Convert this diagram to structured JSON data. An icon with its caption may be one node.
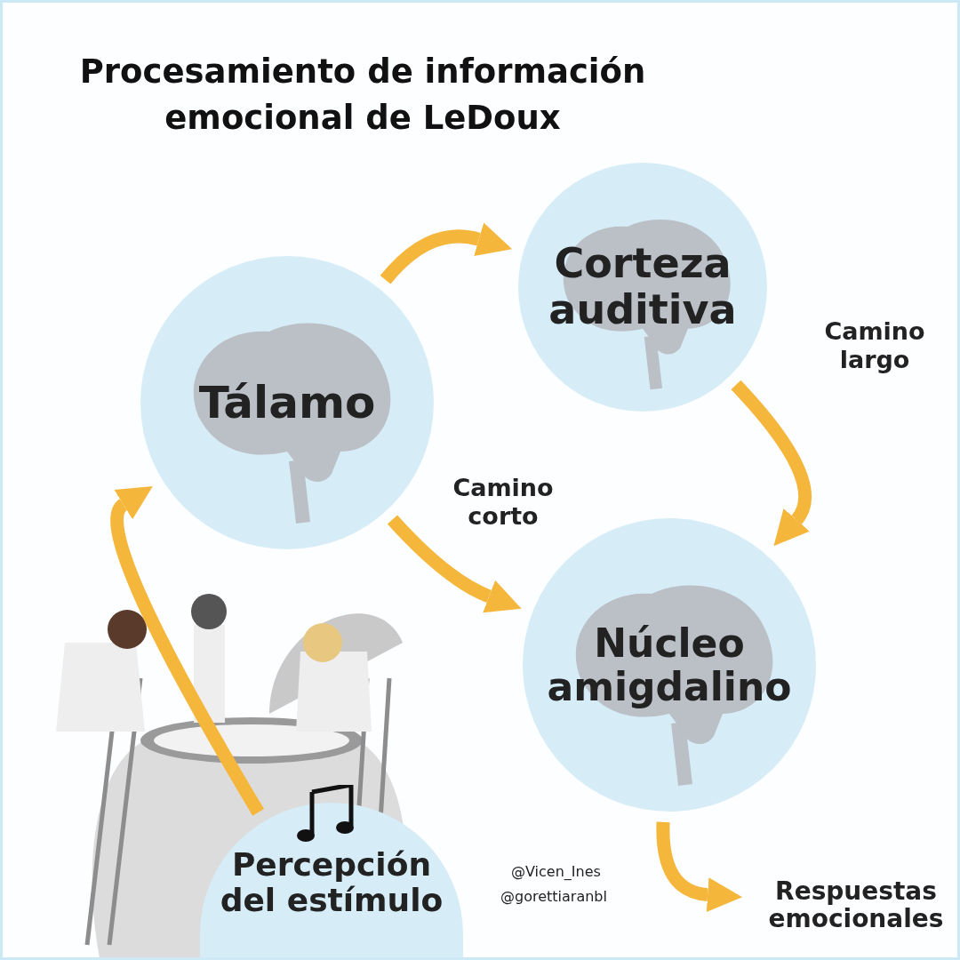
{
  "diagram": {
    "title": "Procesamiento de información emocional de LeDoux",
    "nodes": [
      {
        "text": [
          "Tálamo"
        ]
      },
      {
        "text": [
          "Corteza auditiva"
        ]
      },
      {
        "text": [
          "Núcleo amigdalino"
        ]
      },
      {
        "text": [
          "Percepción del estímulo"
        ]
      },
      {
        "text": [
          "Respuestas emocionales"
        ]
      }
    ],
    "edges": [
      {
        "from": 3,
        "to": 0,
        "arrow": "to"
      },
      {
        "from": 0,
        "to": 1,
        "arrow": "to"
      },
      {
        "from": 1,
        "to": 2,
        "arrow": "to",
        "label": "Camino largo"
      },
      {
        "from": 0,
        "to": 2,
        "arrow": "to",
        "label": "Camino corto"
      },
      {
        "from": 2,
        "to": 4,
        "arrow": "to"
      }
    ],
    "labels": [
      "@Vicen_Ines",
      "@gorettiaranbl"
    ]
  }
}
